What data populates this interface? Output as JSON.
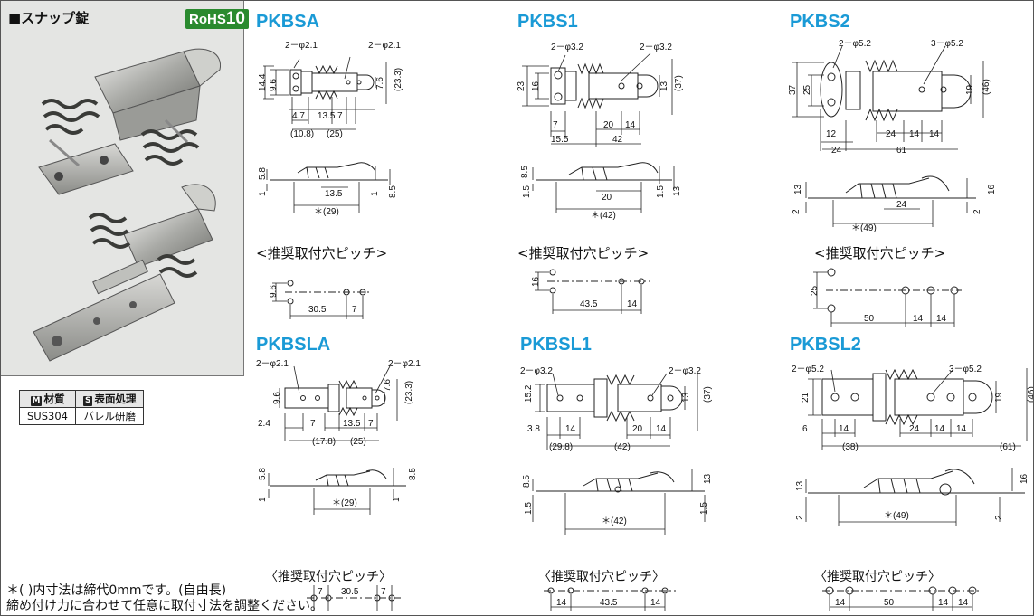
{
  "product_title": "■スナップ錠",
  "rohs_label": "RoHS",
  "rohs_number": "10",
  "spec_table": {
    "material_tag": "M",
    "material_header": "材質",
    "surface_tag": "S",
    "surface_header": "表面処理",
    "material_value": "SUS304",
    "surface_value": "バレル研磨"
  },
  "models": [
    {
      "name": "PKBSA",
      "pitch_title": "<推奨取付穴ピッチ>"
    },
    {
      "name": "PKBS1",
      "pitch_title": "<推奨取付穴ピッチ>"
    },
    {
      "name": "PKBS2",
      "pitch_title": "<推奨取付穴ピッチ>"
    },
    {
      "name": "PKBSLA",
      "pitch_title": "〈推奨取付穴ピッチ〉"
    },
    {
      "name": "PKBSL1",
      "pitch_title": "〈推奨取付穴ピッチ〉"
    },
    {
      "name": "PKBSL2",
      "pitch_title": "〈推奨取付穴ピッチ〉"
    }
  ],
  "dims": {
    "pkbsa": {
      "hole_l": "2－φ2.1",
      "hole_r": "2－φ2.1",
      "h1": "14.4",
      "h2": "9.6",
      "h3": "7.6",
      "h4": "(23.3)",
      "w1": "4.7",
      "w2": "13.5",
      "w3": "7",
      "w4": "(10.8)",
      "w5": "(25)",
      "s1": "5.8",
      "s2": "1",
      "s3": "13.5",
      "s4": "1",
      "s5": "8.5",
      "s6": "＊(29)",
      "p1": "9.6",
      "p2": "30.5",
      "p3": "7"
    },
    "pkbs1": {
      "hole_l": "2－φ3.2",
      "hole_r": "2－φ3.2",
      "h1": "23",
      "h2": "16",
      "h3": "13",
      "h4": "(37)",
      "w1": "7",
      "w2": "20",
      "w3": "14",
      "w4": "15.5",
      "w5": "42",
      "s1": "8.5",
      "s2": "1.5",
      "s3": "20",
      "s4": "1.5",
      "s5": "13",
      "s6": "＊(42)",
      "p1": "16",
      "p2": "43.5",
      "p3": "14"
    },
    "pkbs2": {
      "hole_l": "2－φ5.2",
      "hole_r": "3－φ5.2",
      "h1": "37",
      "h2": "25",
      "h3": "19",
      "h4": "(46)",
      "w1": "12",
      "w2": "24",
      "w3": "14",
      "w4": "14",
      "w5": "24",
      "w6": "61",
      "s1": "13",
      "s2": "2",
      "s3": "24",
      "s4": "2",
      "s5": "16",
      "s6": "＊(49)",
      "p1": "25",
      "p2": "50",
      "p3": "14",
      "p4": "14"
    },
    "pkbsla": {
      "hole_l": "2－φ2.1",
      "hole_r": "2－φ2.1",
      "h1": "9.6",
      "h2": "7.6",
      "h3": "(23.3)",
      "w1": "2.4",
      "w2": "7",
      "w3": "13.5",
      "w4": "7",
      "w5": "(17.8)",
      "w6": "(25)",
      "s1": "5.8",
      "s2": "1",
      "s3": "＊(29)",
      "s4": "1",
      "s5": "8.5",
      "p1": "7",
      "p2": "30.5",
      "p3": "7"
    },
    "pkbsl1": {
      "hole_l": "2－φ3.2",
      "hole_r": "2－φ3.2",
      "h1": "15.2",
      "h2": "13",
      "h3": "(37)",
      "w1": "3.8",
      "w2": "14",
      "w3": "20",
      "w4": "14",
      "w5": "(29.8)",
      "w6": "(42)",
      "s1": "8.5",
      "s2": "1.5",
      "s3": "＊(42)",
      "s4": "1.5",
      "s5": "13",
      "p1": "14",
      "p2": "43.5",
      "p3": "14"
    },
    "pkbsl2": {
      "hole_l": "2－φ5.2",
      "hole_r": "3－φ5.2",
      "h1": "21",
      "h2": "19",
      "h3": "(46)",
      "w1": "6",
      "w2": "14",
      "w3": "24",
      "w4": "14",
      "w5": "14",
      "w6": "(38)",
      "w7": "(61)",
      "s1": "13",
      "s2": "2",
      "s3": "＊(49)",
      "s4": "2",
      "s5": "16",
      "p1": "14",
      "p2": "50",
      "p3": "14",
      "p4": "14"
    }
  },
  "notes": {
    "line1": "＊(  )内寸法は締代0mmです。(自由長)",
    "line2": "締め付け力に合わせて任意に取付寸法を調整ください。"
  }
}
